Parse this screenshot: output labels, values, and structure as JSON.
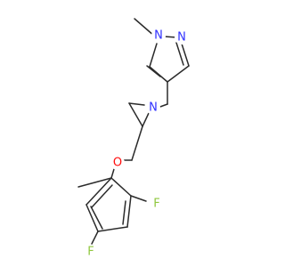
{
  "molecule": {
    "atoms": [
      {
        "id": "n_methyl",
        "symbol": "N",
        "color": "#2f30ff"
      },
      {
        "id": "n_pyrazole",
        "symbol": "N",
        "color": "#2f30ff"
      },
      {
        "id": "n_aziridine",
        "symbol": "N",
        "color": "#2f30ff"
      },
      {
        "id": "o_ether",
        "symbol": "O",
        "color": "#ff0d0d"
      },
      {
        "id": "f_top",
        "symbol": "F",
        "color": "#8fc73e"
      },
      {
        "id": "f_bottom",
        "symbol": "F",
        "color": "#8fc73e"
      }
    ],
    "bond_color": "#2b2b2b"
  }
}
